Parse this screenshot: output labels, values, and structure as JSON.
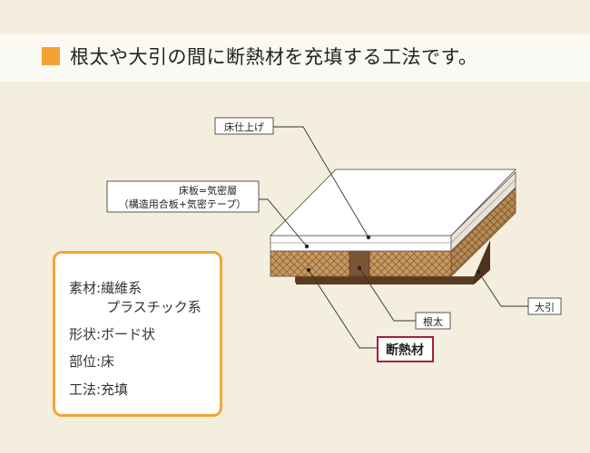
{
  "header": {
    "title": "根太や大引の間に断熱材を充填する工法です。"
  },
  "diagram": {
    "labels": {
      "floor_finish": "床仕上げ",
      "subfloor_line1": "床板=気密層",
      "subfloor_line2": "（構造用合板+気密テープ）",
      "joist": "根太",
      "sill_beam": "大引",
      "insulation": "断熱材"
    }
  },
  "spec": {
    "material_label": "素材:",
    "material_value1": "繊維系",
    "material_value2": "プラスチック系",
    "shape": "形状:ボード状",
    "part": "部位:床",
    "method": "工法:充填"
  },
  "colors": {
    "accent": "#f4a233",
    "box_border": "#f2a43a",
    "insulation_fill": "#c89a5f",
    "joist_fill": "#7a5535",
    "beam_fill": "#5a3b22",
    "highlight_border": "#a61e35"
  }
}
